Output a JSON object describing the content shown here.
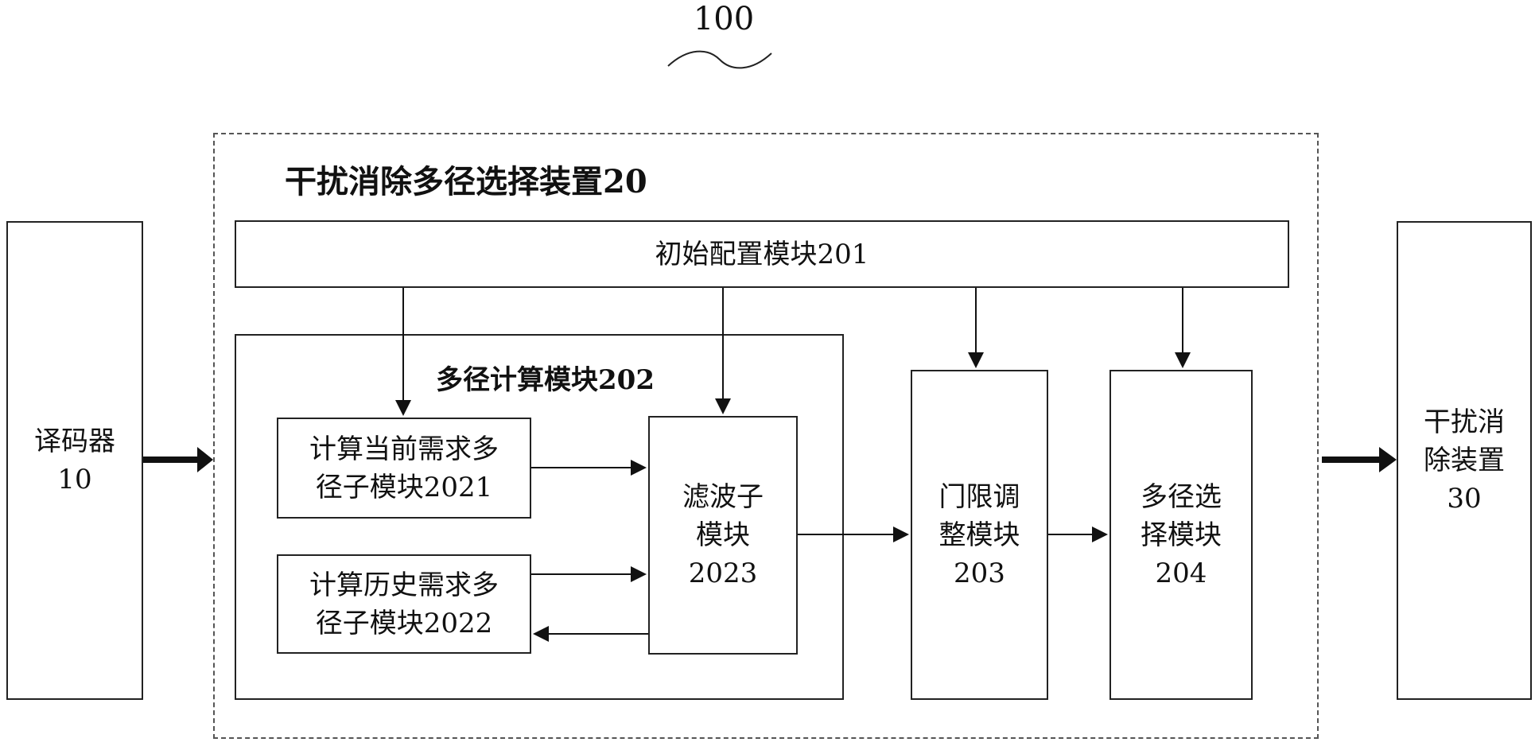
{
  "figure_ref": "100",
  "device": {
    "title": "干扰消除多径选择装置20"
  },
  "decoder": {
    "lines": [
      "译码器",
      "10"
    ]
  },
  "canceller": {
    "lines": [
      "干扰消",
      "除装置",
      "30"
    ]
  },
  "init_module": {
    "label": "初始配置模块201"
  },
  "multipath_calc": {
    "title": "多径计算模块202",
    "current": {
      "lines": [
        "计算当前需求多",
        "径子模块2021"
      ]
    },
    "history": {
      "lines": [
        "计算历史需求多",
        "径子模块2022"
      ]
    },
    "filter": {
      "lines": [
        "滤波子",
        "模块",
        "2023"
      ]
    }
  },
  "threshold": {
    "lines": [
      "门限调",
      "整模块",
      "203"
    ]
  },
  "selector": {
    "lines": [
      "多径选",
      "择模块",
      "204"
    ]
  }
}
